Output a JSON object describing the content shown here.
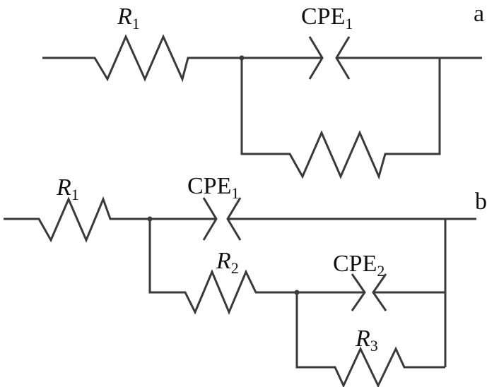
{
  "diagram": {
    "circuit_a": {
      "tag": "a",
      "r1": {
        "symbol": "R",
        "sub": "1"
      },
      "cpe1": {
        "symbol": "CPE",
        "sub": "1"
      }
    },
    "circuit_b": {
      "tag": "b",
      "r1": {
        "symbol": "R",
        "sub": "1"
      },
      "cpe1": {
        "symbol": "CPE",
        "sub": "1"
      },
      "r2": {
        "symbol": "R",
        "sub": "2"
      },
      "cpe2": {
        "symbol": "CPE",
        "sub": "2"
      },
      "r3": {
        "symbol": "R",
        "sub": "3"
      }
    },
    "colors": {
      "line": "#3a3a3a",
      "text": "#111111"
    }
  }
}
